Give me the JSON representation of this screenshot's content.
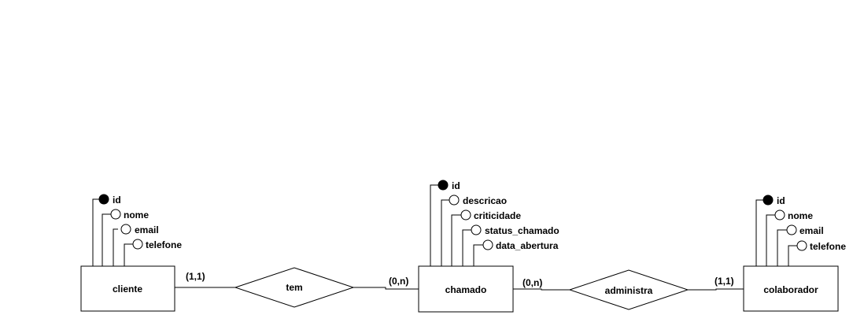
{
  "entities": {
    "cliente": {
      "name": "cliente",
      "attributes": [
        {
          "name": "id",
          "key": true
        },
        {
          "name": "nome",
          "key": false
        },
        {
          "name": "email",
          "key": false
        },
        {
          "name": "telefone",
          "key": false
        }
      ]
    },
    "chamado": {
      "name": "chamado",
      "attributes": [
        {
          "name": "id",
          "key": true
        },
        {
          "name": "descricao",
          "key": false
        },
        {
          "name": "criticidade",
          "key": false
        },
        {
          "name": "status_chamado",
          "key": false
        },
        {
          "name": "data_abertura",
          "key": false
        }
      ]
    },
    "colaborador": {
      "name": "colaborador",
      "attributes": [
        {
          "name": "id",
          "key": true
        },
        {
          "name": "nome",
          "key": false
        },
        {
          "name": "email",
          "key": false
        },
        {
          "name": "telefone",
          "key": false
        }
      ]
    }
  },
  "relationships": {
    "tem": {
      "name": "tem",
      "card_left": "(1,1)",
      "card_right": "(0,n)"
    },
    "administra": {
      "name": "administra",
      "card_left": "(0,n)",
      "card_right": "(1,1)"
    }
  }
}
